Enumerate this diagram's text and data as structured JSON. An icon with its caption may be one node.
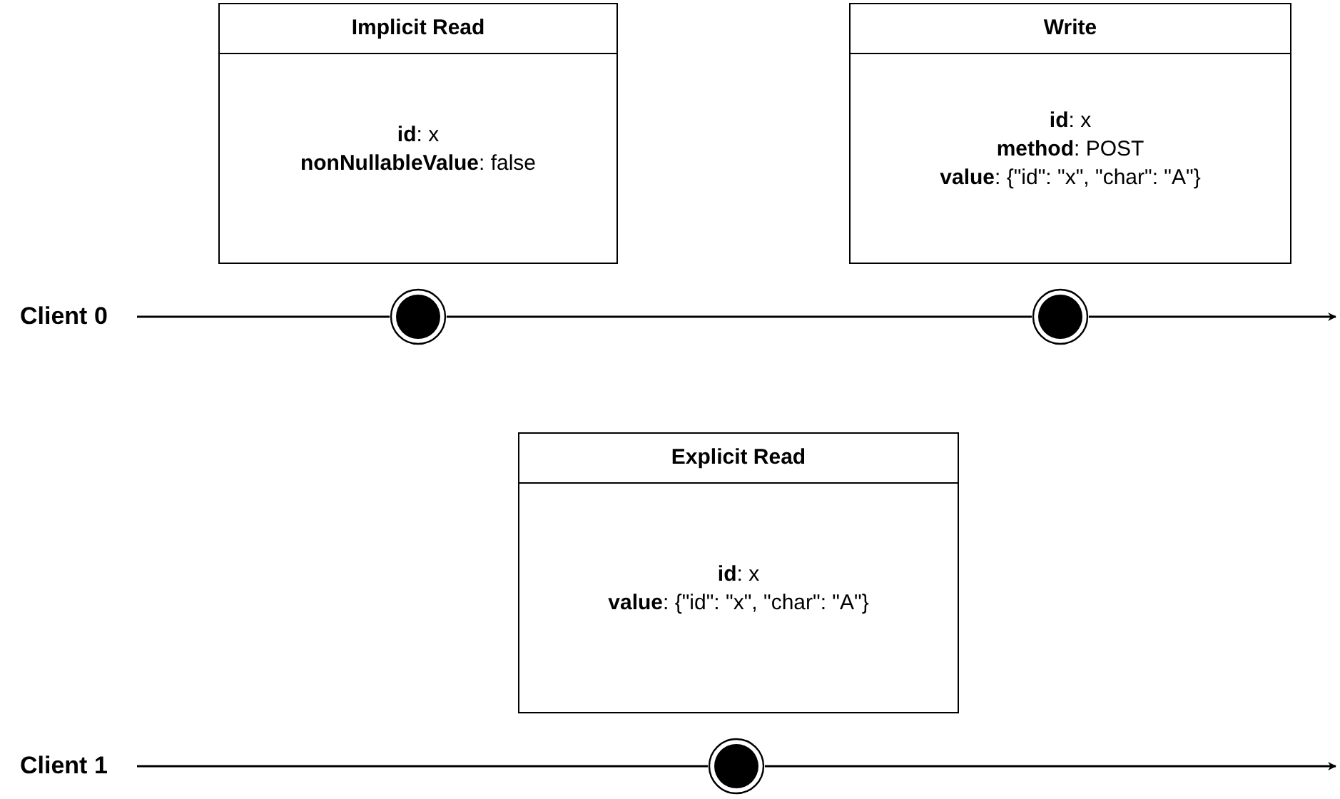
{
  "diagram": {
    "nodes": [
      {
        "text": [
          "Implicit Read",
          "**id**: x",
          "**nonNullableValue**: false"
        ]
      },
      {
        "text": [
          "Write",
          "**id**: x",
          "**method**: POST",
          "**value**: {\"id\": \"x\", \"char\": \"A\"}"
        ]
      },
      {
        "text": [
          "Client 0"
        ]
      },
      {
        "text": [],
        "shape": "circle"
      },
      {
        "text": [],
        "shape": "circle"
      },
      {
        "text": [
          "Explicit Read",
          "**id**: x",
          "**value**: {\"id\": \"x\", \"char\": \"A\"}"
        ]
      },
      {
        "text": [
          "Client 1"
        ]
      },
      {
        "text": [],
        "shape": "circle"
      }
    ],
    "edges": [
      {
        "from": 2,
        "to": 3,
        "arrow": "none"
      },
      {
        "from": 3,
        "to": 4,
        "arrow": "none"
      },
      {
        "from": 4,
        "to": null,
        "arrow": "to"
      },
      {
        "from": 6,
        "to": 7,
        "arrow": "none"
      },
      {
        "from": 7,
        "to": null,
        "arrow": "to"
      }
    ]
  }
}
